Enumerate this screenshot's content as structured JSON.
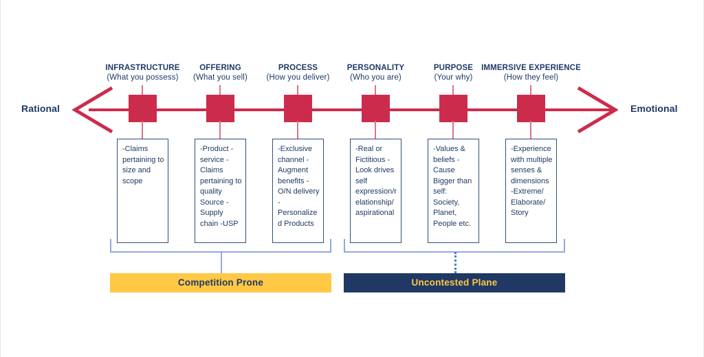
{
  "diagram": {
    "poles": {
      "left_label": "Rational",
      "right_label": "Emotional"
    },
    "pillars": [
      {
        "title": "INFRASTRUCTURE",
        "subtitle": "(What you possess)",
        "body": "-Claims pertaining to size and scope"
      },
      {
        "title": "OFFERING",
        "subtitle": "(What you sell)",
        "body": "-Product -service -Claims pertaining to quality Source -Supply chain -USP"
      },
      {
        "title": "PROCESS",
        "subtitle": "(How you deliver)",
        "body": "-Exclusive channel -Augment benefits -O/N delivery - Personalized Products"
      },
      {
        "title": "PERSONALITY",
        "subtitle": "(Who you are)",
        "body": "-Real or Fictitious -Look drives self expression/relationship/aspirational"
      },
      {
        "title": "PURPOSE",
        "subtitle": "(Your why)",
        "body": "-Values & beliefs -Cause Bigger than self: Society, Planet, People etc."
      },
      {
        "title": "IMMERSIVE EXPERIENCE",
        "subtitle": "(How they feel)",
        "body": "-Experience with multiple senses & dimensions -Extreme/ Elaborate/ Story"
      }
    ],
    "groups": [
      {
        "label": "Competition Prone",
        "pillars": [
          "INFRASTRUCTURE",
          "OFFERING",
          "PROCESS"
        ]
      },
      {
        "label": "Uncontested Plane",
        "pillars": [
          "PERSONALITY",
          "PURPOSE",
          "IMMERSIVE EXPERIENCE"
        ]
      }
    ],
    "colors": {
      "node_red": "#cc2c4c",
      "axis_red": "#cc2c4c",
      "navy": "#1f3864",
      "amber": "#ffc845",
      "bracket_blue": "#8faadc",
      "box_border": "#2f4f77"
    }
  }
}
